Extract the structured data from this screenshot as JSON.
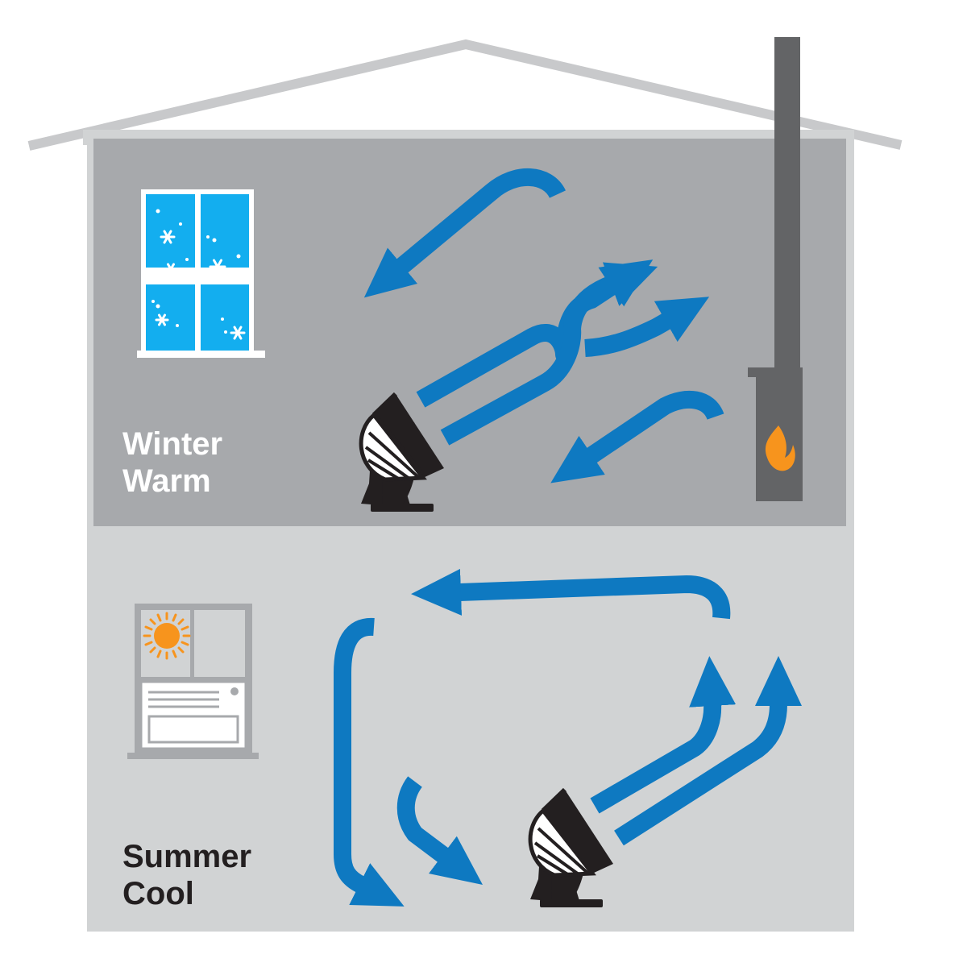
{
  "winter": {
    "line1": "Winter",
    "line2": "Warm"
  },
  "summer": {
    "line1": "Summer",
    "line2": "Cool"
  },
  "colors": {
    "roof": "#c8c9cb",
    "upper_room": "#a7a9ac",
    "lower_room": "#d1d3d4",
    "airflow": "#0e79c1",
    "window_glass": "#13aeef",
    "chimney": "#636466",
    "flame": "#f7941d",
    "sun": "#f7941d",
    "fan": "#231f20"
  },
  "icons": [
    "snowflake-icon",
    "flame-icon",
    "sun-icon",
    "fan-icon",
    "air-conditioner-icon"
  ]
}
